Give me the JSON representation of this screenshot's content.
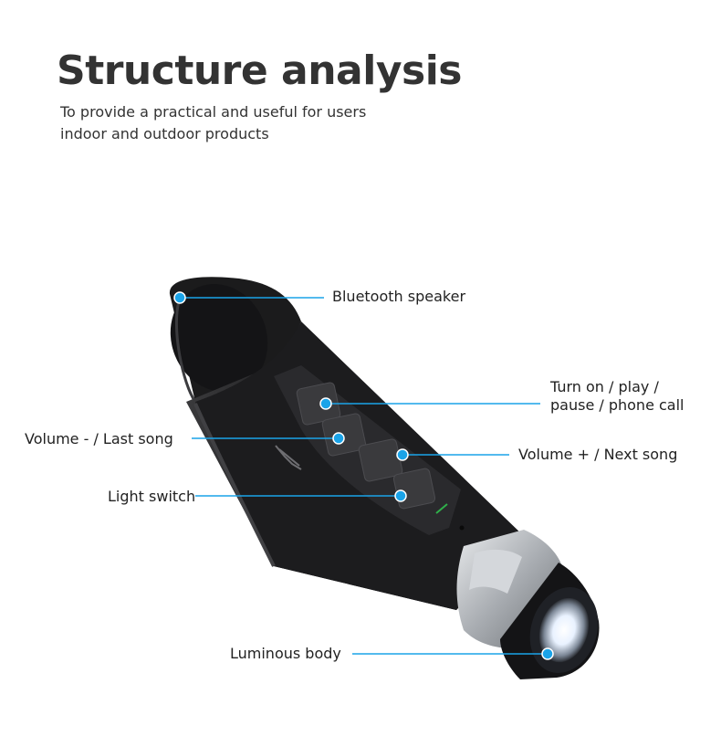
{
  "header": {
    "title": "Structure analysis",
    "subtitle_line1": "To provide a practical and useful for users",
    "subtitle_line2": "indoor and outdoor products"
  },
  "callouts": {
    "bluetooth_speaker": "Bluetooth speaker",
    "turn_on_line1": "Turn on / play /",
    "turn_on_line2": "pause / phone call",
    "volume_minus": "Volume -  / Last song",
    "volume_plus": "Volume +  / Next song",
    "light_switch": "Light switch",
    "luminous_body": "Luminous body"
  },
  "colors": {
    "accent": "#1aa3e8",
    "body": "#1b1b1c",
    "silver": "#b9bcc0"
  }
}
